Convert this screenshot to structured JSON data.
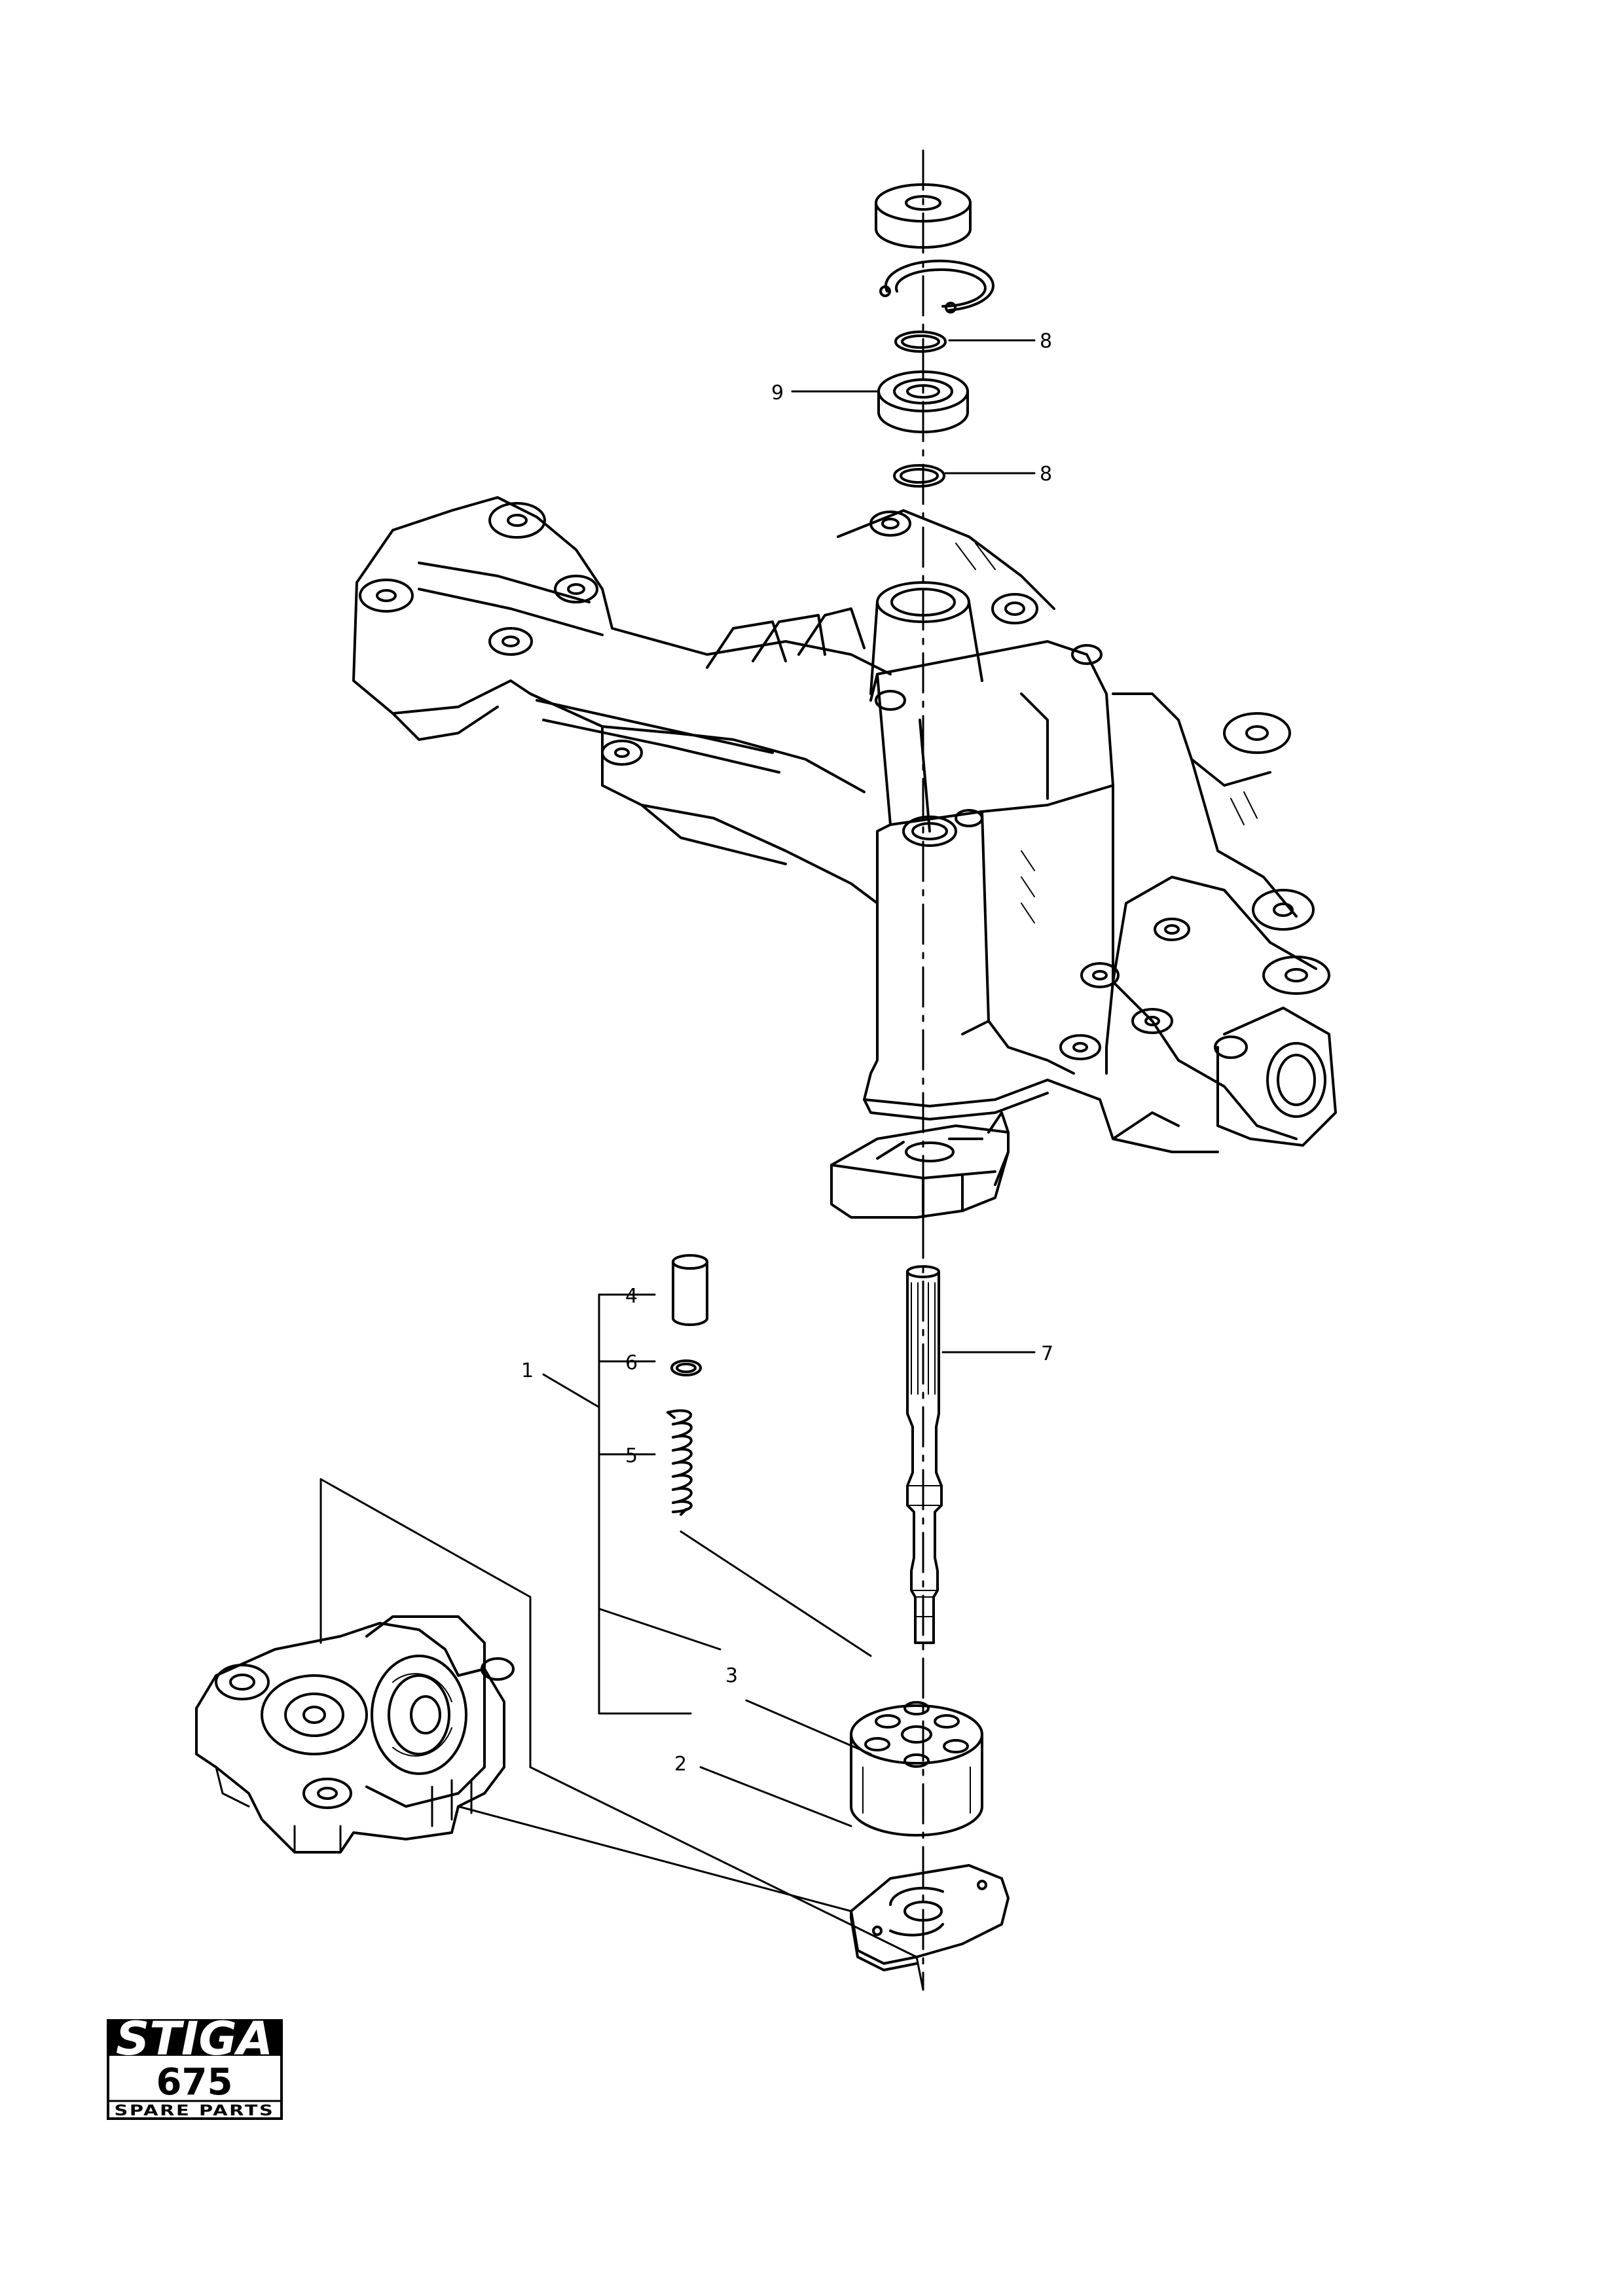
{
  "callouts": [
    {
      "id": "8",
      "label": "8"
    },
    {
      "id": "9",
      "label": "9"
    },
    {
      "id": "8b",
      "label": "8"
    },
    {
      "id": "4",
      "label": "4"
    },
    {
      "id": "6",
      "label": "6"
    },
    {
      "id": "1",
      "label": "1"
    },
    {
      "id": "5",
      "label": "5"
    },
    {
      "id": "7",
      "label": "7"
    },
    {
      "id": "3",
      "label": "3"
    },
    {
      "id": "2",
      "label": "2"
    }
  ],
  "logo": {
    "brand": "STIGA",
    "model": "675",
    "subtitle": "SPARE PARTS"
  }
}
